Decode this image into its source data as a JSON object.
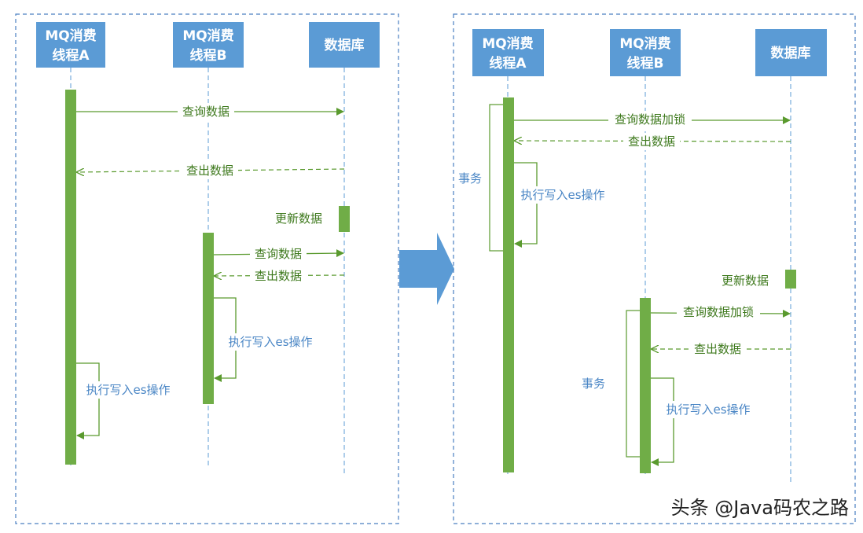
{
  "colors": {
    "frame": "#4a7fc1",
    "box_fill": "#5b9bd5",
    "activation": "#70ad47",
    "message": "#5a9a2e",
    "label_green": "#3f7a1e",
    "label_blue": "#4a86c5",
    "transition_arrow": "#5b9bd5"
  },
  "left_diagram": {
    "participants": [
      {
        "line1": "MQ消费",
        "line2": "线程A"
      },
      {
        "line1": "MQ消费",
        "line2": "线程B"
      },
      {
        "line1": "数据库",
        "line2": ""
      }
    ],
    "messages": [
      {
        "label": "查询数据"
      },
      {
        "label": "查出数据"
      },
      {
        "label": "更新数据"
      },
      {
        "label": "查询数据"
      },
      {
        "label": "查出数据"
      },
      {
        "label": "执行写入es操作"
      },
      {
        "label": "执行写入es操作"
      }
    ]
  },
  "right_diagram": {
    "participants": [
      {
        "line1": "MQ消费",
        "line2": "线程A"
      },
      {
        "line1": "MQ消费",
        "line2": "线程B"
      },
      {
        "line1": "数据库",
        "line2": ""
      }
    ],
    "messages": [
      {
        "label": "查询数据加锁"
      },
      {
        "label": "查出数据"
      },
      {
        "label": "执行写入es操作"
      },
      {
        "label": "更新数据"
      },
      {
        "label": "查询数据加锁"
      },
      {
        "label": "查出数据"
      },
      {
        "label": "执行写入es操作"
      }
    ],
    "transactions": [
      {
        "label": "事务"
      },
      {
        "label": "事务"
      }
    ]
  },
  "watermark": "头条 @Java码农之路"
}
